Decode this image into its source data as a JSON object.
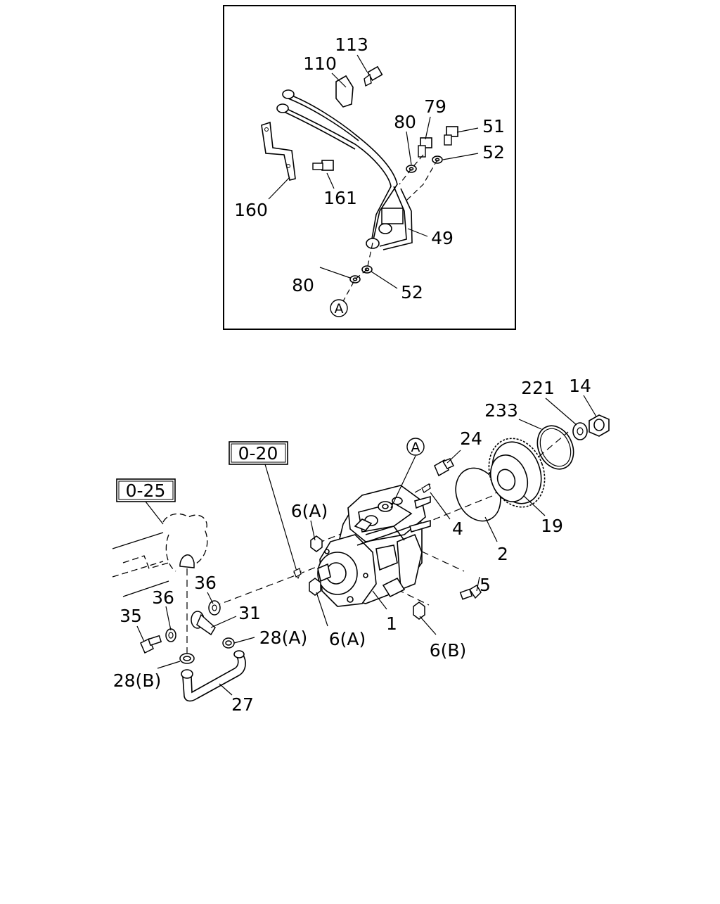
{
  "inset": {
    "labels": {
      "p113": "113",
      "p110": "110",
      "p79": "79",
      "p80a": "80",
      "p51": "51",
      "p52a": "52",
      "p161": "161",
      "p160": "160",
      "p49": "49",
      "p80b": "80",
      "p52b": "52",
      "refA": "A"
    }
  },
  "main": {
    "refs": {
      "r020": "0-20",
      "r025": "0-25"
    },
    "labels": {
      "refA": "A",
      "p221": "221",
      "p14": "14",
      "p233": "233",
      "p24": "24",
      "p6a_top": "6(A)",
      "p4": "4",
      "p2": "2",
      "p19": "19",
      "p36a": "36",
      "p36b": "36",
      "p31": "31",
      "p35": "35",
      "p28a": "28(A)",
      "p6a_bot": "6(A)",
      "p1": "1",
      "p5": "5",
      "p6b": "6(B)",
      "p28b": "28(B)",
      "p27": "27"
    }
  }
}
